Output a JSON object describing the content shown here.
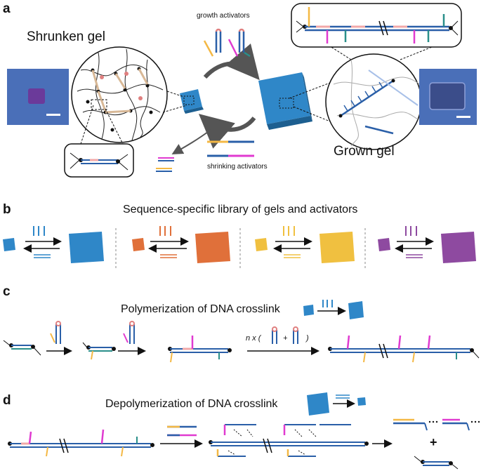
{
  "panels": {
    "a": {
      "letter": "a",
      "shrunken_label": "Shrunken gel",
      "grown_label": "Grown gel",
      "growth_label": "growth activators",
      "shrinking_label": "shrinking activators"
    },
    "b": {
      "letter": "b",
      "title": "Sequence-specific library of gels and activators"
    },
    "c": {
      "letter": "c",
      "title": "Polymerization of DNA crosslink",
      "repeat_text": "n x (",
      "repeat_plus": "+",
      "repeat_close": ")"
    },
    "d": {
      "letter": "d",
      "title": "Depolymerization of DNA crosslink",
      "plus": "+"
    }
  },
  "colors": {
    "gel_blue": "#2f87c8",
    "gel_orange": "#e0703a",
    "gel_yellow": "#f0c040",
    "gel_purple": "#8e4aa0",
    "strand_blue": "#2a5fa8",
    "strand_magenta": "#e03ad0",
    "strand_yellow": "#f4b844",
    "strand_pink": "#f2a8a8",
    "strand_teal": "#2a8f8a"
  }
}
